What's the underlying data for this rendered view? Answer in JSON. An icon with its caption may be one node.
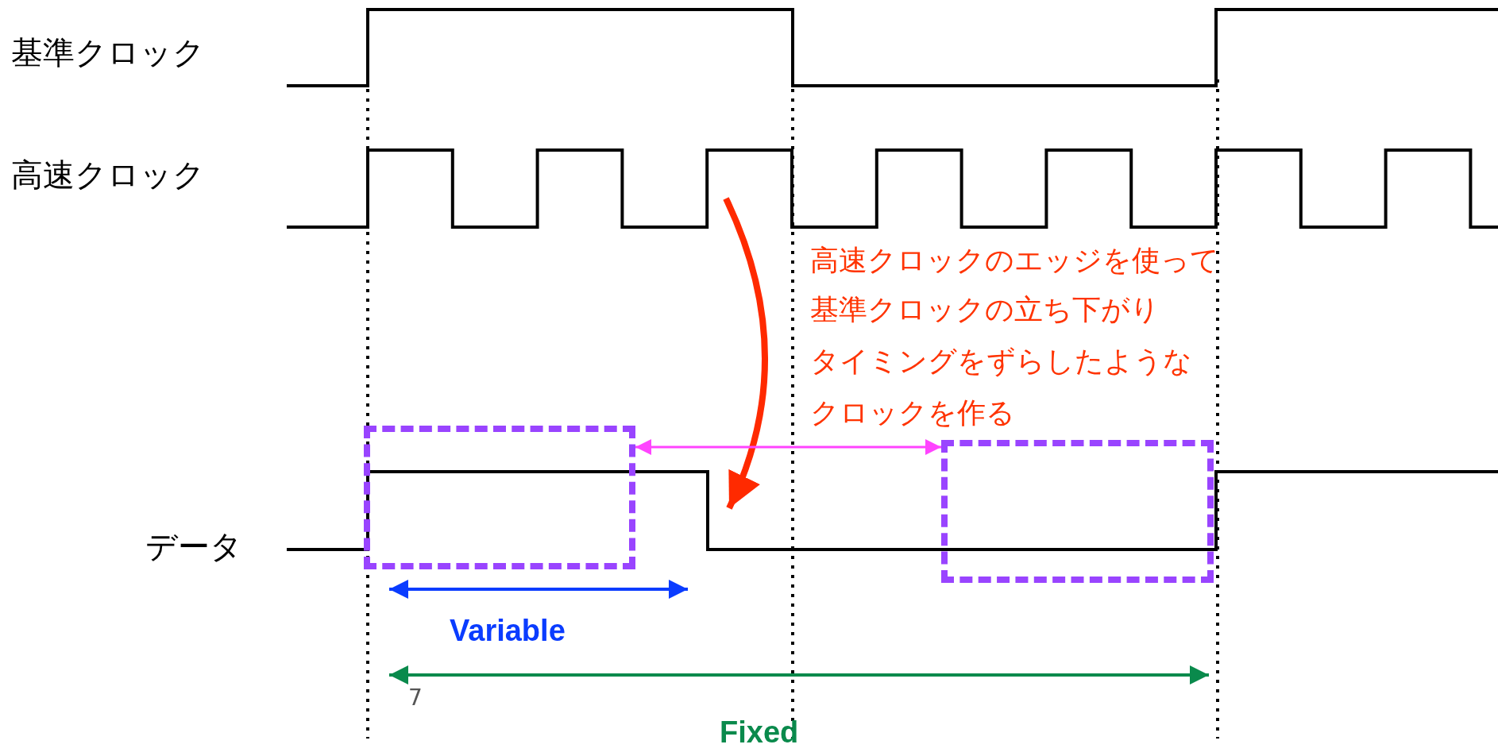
{
  "diagram": {
    "nodes": [
      {
        "text": [],
        "shape": "box"
      },
      {
        "text": [],
        "shape": "box"
      }
    ],
    "edges": [
      {
        "from": 0,
        "to": 1,
        "arrow": "both",
        "color": "#ff44ff"
      }
    ],
    "labels": [
      "基準クロック",
      "高速クロック",
      "高速クロックのエッジを使って",
      "基準クロックの立ち下がり",
      "タイミングをずらしたような",
      "クロックを作る",
      "データ",
      "Variable",
      "7",
      "Fixed"
    ]
  }
}
